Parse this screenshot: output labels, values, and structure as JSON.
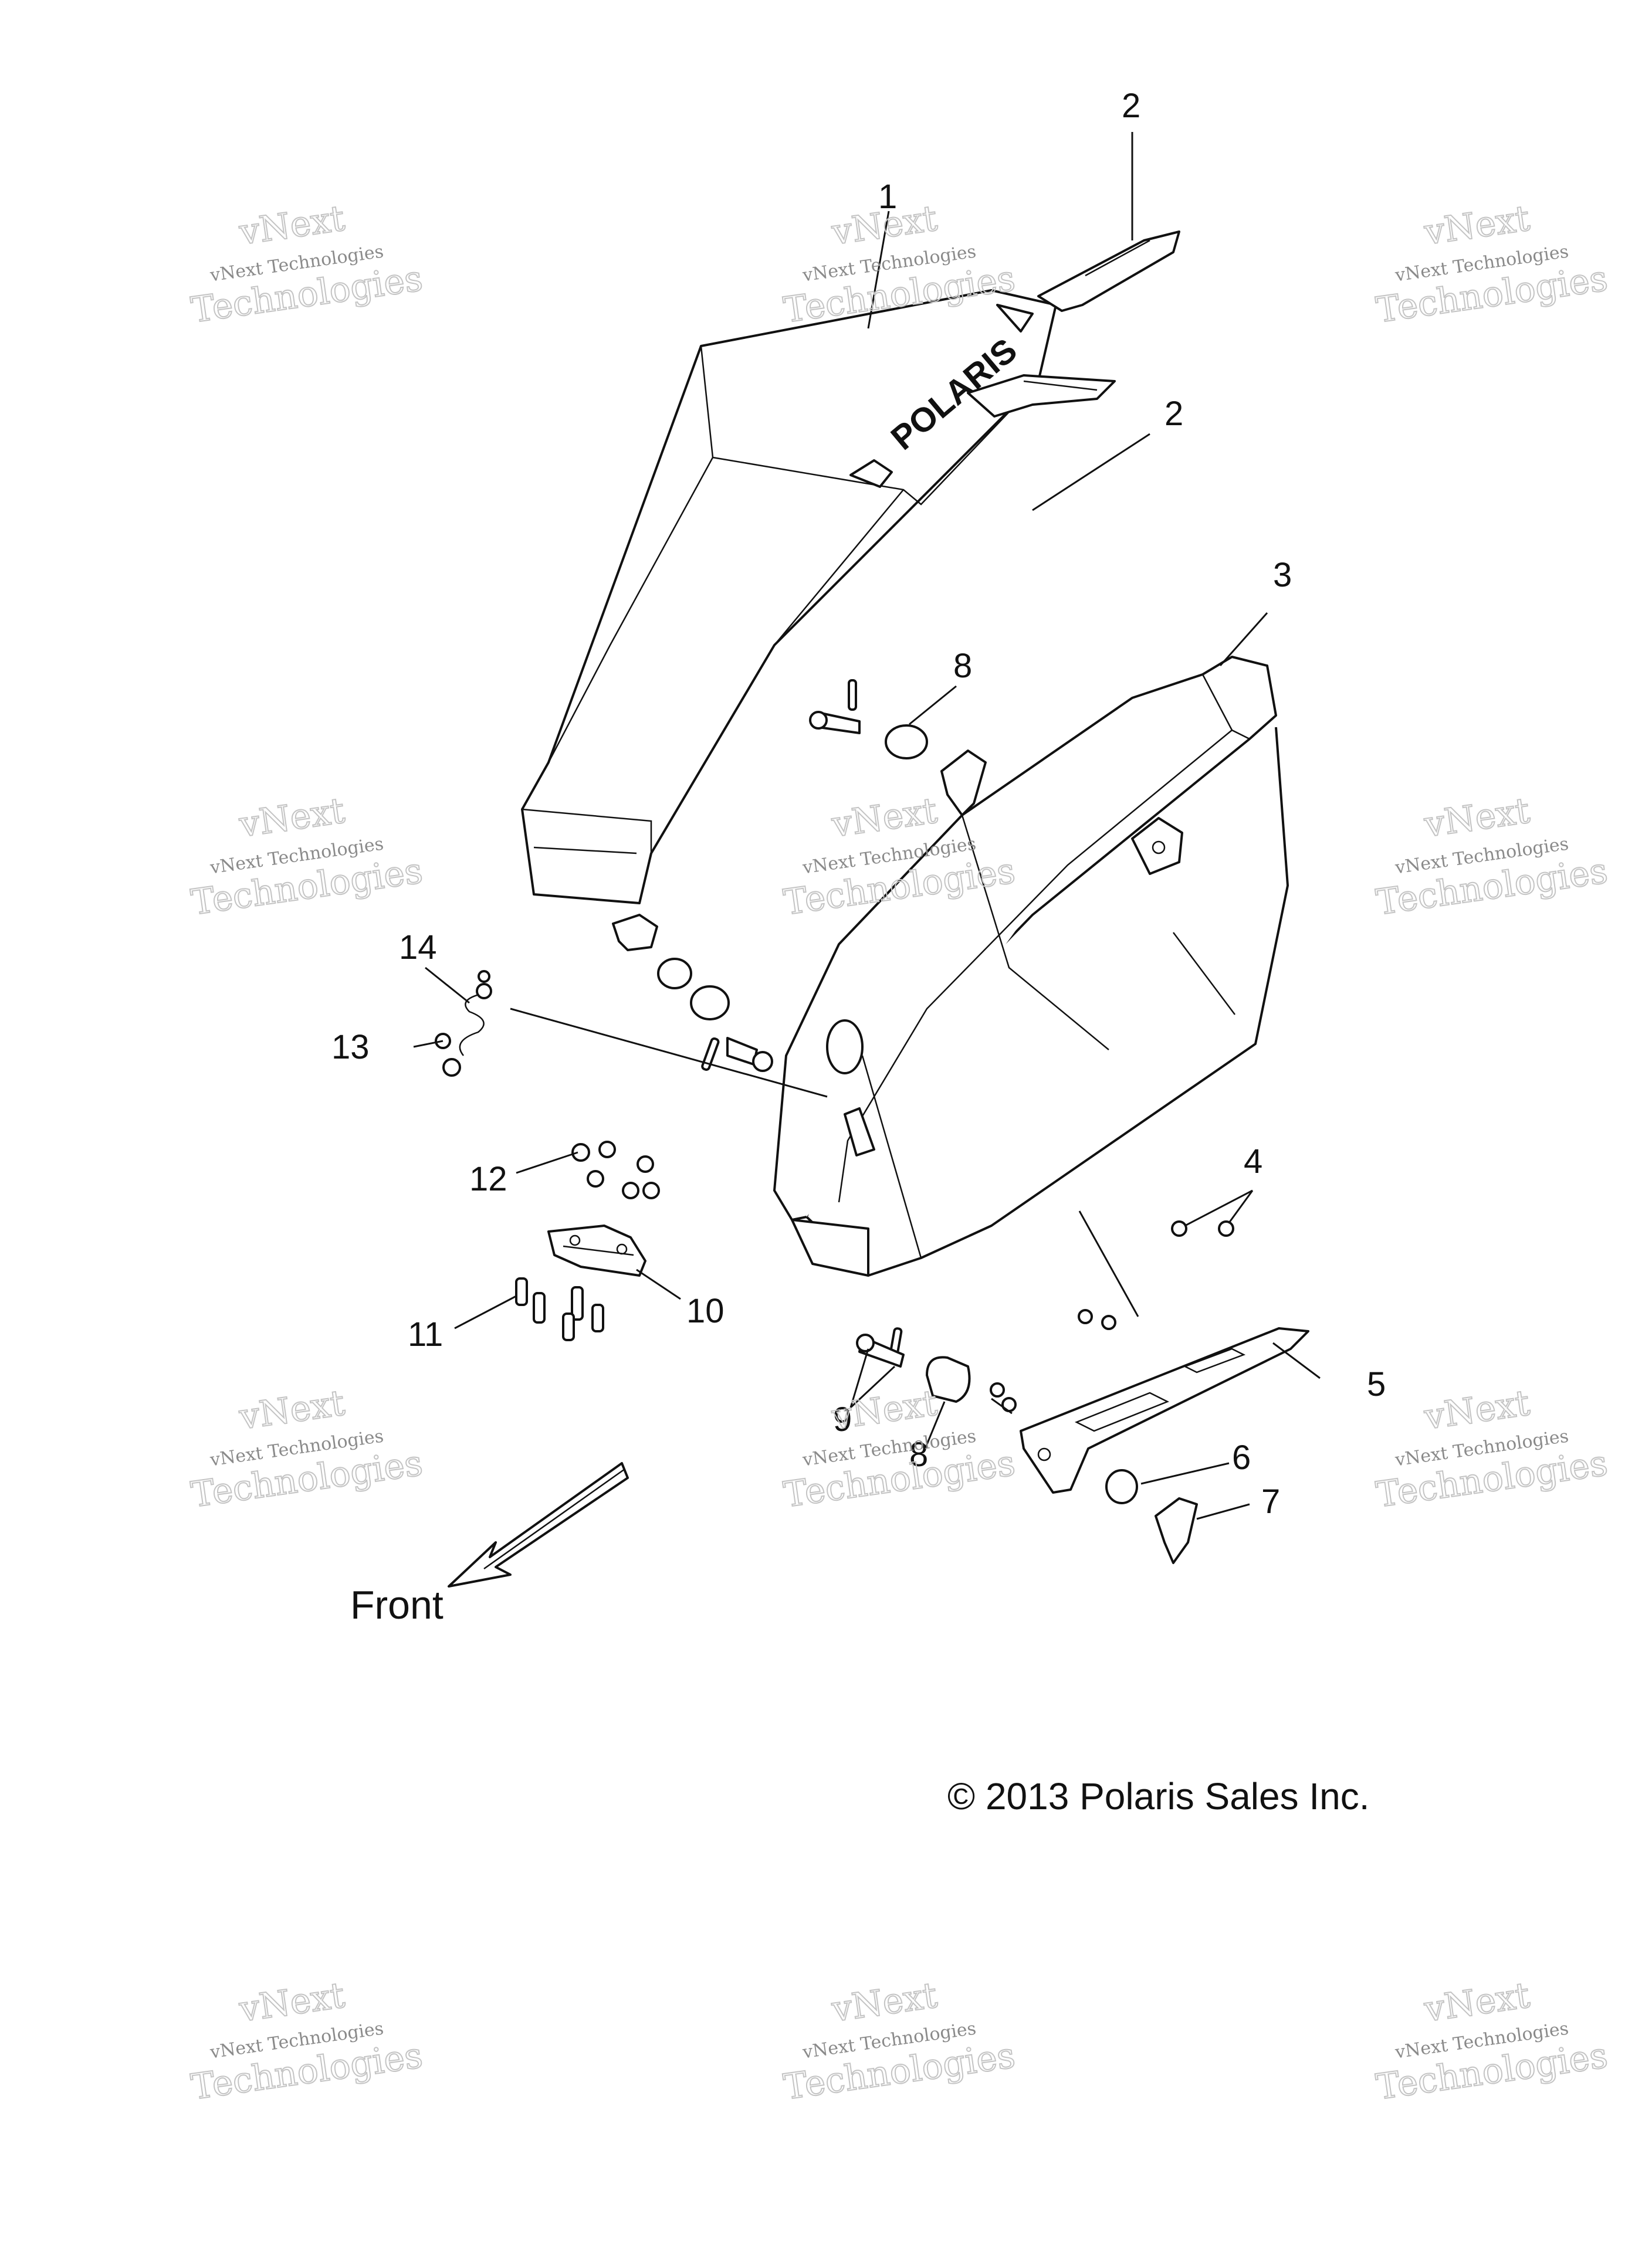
{
  "copyright": "© 2013 Polaris Sales Inc.",
  "front_label": "Front",
  "brand_text": "POLARIS",
  "watermark": {
    "line1": "vNext Technologies",
    "line2": "vNext",
    "line3": "Technologies"
  },
  "callouts": [
    "1",
    "2",
    "2",
    "3",
    "4",
    "5",
    "6",
    "7",
    "8",
    "8",
    "9",
    "10",
    "11",
    "12",
    "13",
    "14"
  ],
  "colors": {
    "line": "#111111",
    "watermark": "#8a8a8a"
  }
}
